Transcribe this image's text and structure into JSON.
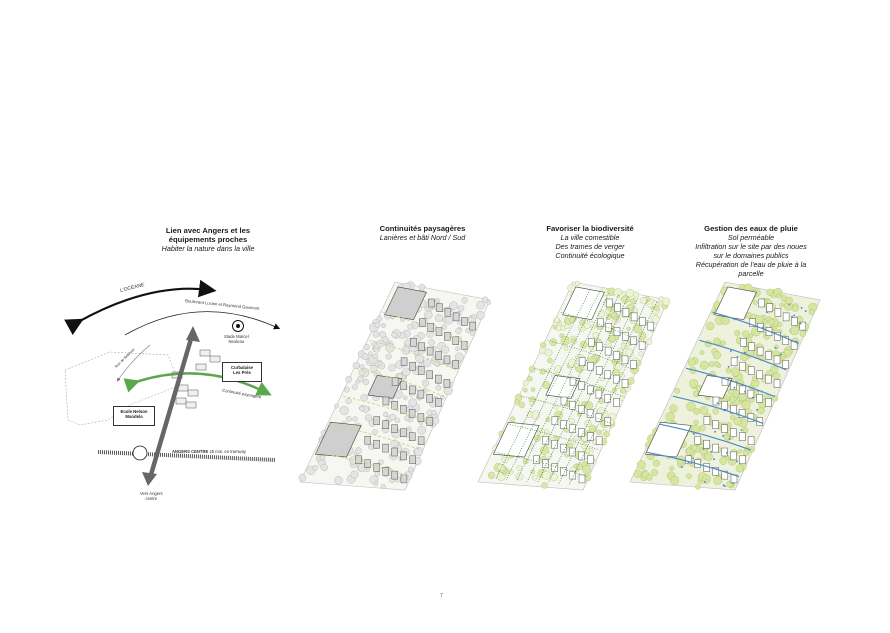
{
  "panels": [
    {
      "title": "Lien avec Angers et les équipements proches",
      "subtitle": "Habiter la nature dans la ville"
    },
    {
      "title": "Continuités  paysagères",
      "subtitle": "Lanières et bâti Nord / Sud"
    },
    {
      "title": "Favoriser la biodiversité",
      "subtitle": "La ville comestible",
      "line2": "Des trames de verger",
      "line3": "Continuité écologique"
    },
    {
      "title": "Gestion des eaux de pluie",
      "subtitle": "Sol perméable",
      "line2": "Infiltration sur le site par des noues",
      "line3": "sur le domaines publics",
      "line4": "Récupération de l'eau de pluie à la",
      "line5": "parcelle"
    }
  ],
  "map": {
    "ocean": "L'OCÉANE",
    "boulevard": "Boulevard Lucien et Raymond Gaumont",
    "stade": "Stade Marcel",
    "stade2": "Neuleau",
    "curbalaise": "Curbalaise",
    "curbalaise2": "Les Prés",
    "continuite": "Continuité paysagère",
    "ecole": "Ecole Nelson",
    "ecole2": "Mandela",
    "angers_centre": "ANGERS CENTRE",
    "tram": "25 min. en tramway",
    "vers": "Vers Angers",
    "vers2": "centre",
    "left_route": "Rue de Bellevue"
  },
  "colors": {
    "green": "#5aa84a",
    "light_green": "#c9d98a",
    "blue": "#4a8ac4",
    "grey": "#8a8a8a"
  },
  "page_number": "7"
}
